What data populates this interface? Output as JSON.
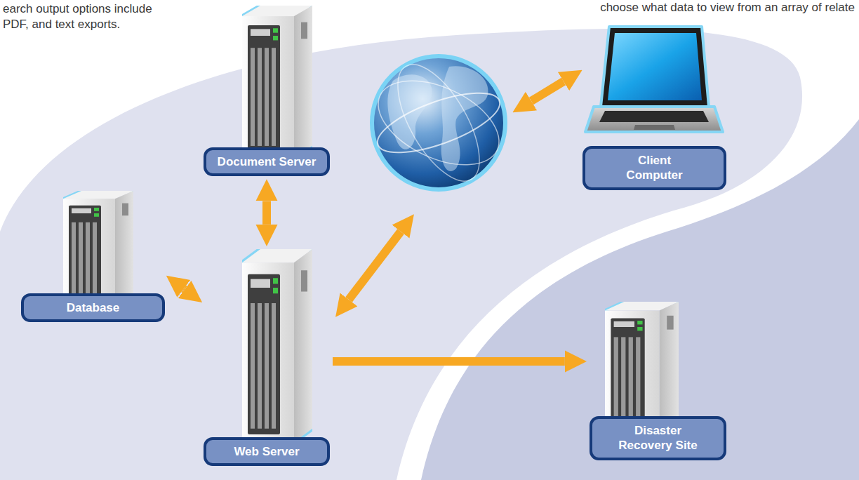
{
  "diagram": {
    "nodes": [
      {
        "text": [
          "Document Server"
        ]
      },
      {
        "text": [
          "Client Computer"
        ]
      },
      {
        "text": [
          "Database"
        ]
      },
      {
        "text": [
          "Web Server"
        ]
      },
      {
        "text": [
          "Disaster Recovery Site"
        ]
      }
    ],
    "edges": [
      {
        "from": 0,
        "to": 3,
        "arrow": "both"
      },
      {
        "from": 2,
        "to": 3,
        "arrow": "both"
      },
      {
        "from": 3,
        "to": 4,
        "arrow": "to"
      }
    ],
    "labels": [
      "earch output options include PDF, and text exports.",
      "choose what data to view from an array of relate"
    ]
  }
}
